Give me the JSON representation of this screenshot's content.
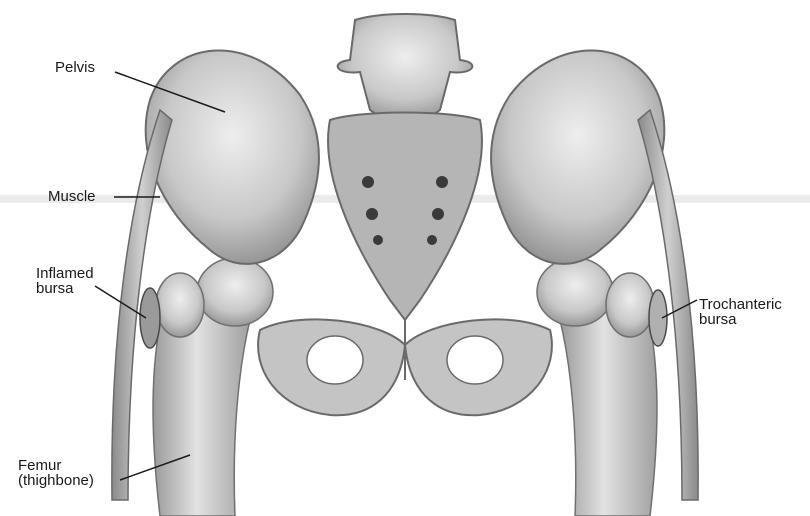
{
  "diagram": {
    "labels": {
      "pelvis": "Pelvis",
      "muscle": "Muscle",
      "inflamed_bursa_line1": "Inflamed",
      "inflamed_bursa_line2": "bursa",
      "trochanteric_line1": "Trochanteric",
      "trochanteric_line2": "bursa",
      "femur_line1": "Femur",
      "femur_line2": "(thighbone)"
    }
  },
  "colors": {
    "bone_light": "#e6e6e6",
    "bone_mid": "#bdbdbd",
    "bone_dark": "#7a7a7a",
    "muscle": "#a8a8a8",
    "text": "#1a1a1a"
  }
}
